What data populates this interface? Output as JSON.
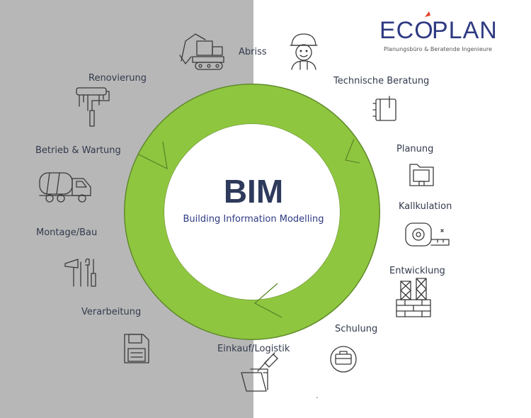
{
  "logo": {
    "brand_left": "ECO",
    "brand_right": "PLAN",
    "tagline": "Planungsbüro & Beratende Ingenieure"
  },
  "center": {
    "title": "BIM",
    "subtitle": "Building Information Modelling"
  },
  "stages": [
    {
      "label": "Abriss",
      "icon": "excavator-icon"
    },
    {
      "label": "Technische Beratung",
      "icon": "worker-icon"
    },
    {
      "label": "Planung",
      "icon": "folder-icon"
    },
    {
      "label": "Kallkulation",
      "icon": "tape-measure-icon"
    },
    {
      "label": "Entwicklung",
      "icon": "scaffold-wall-icon"
    },
    {
      "label": "Schulung",
      "icon": "briefcase-icon"
    },
    {
      "label": "Einkauf/Logistik",
      "icon": "pin-clipboard-icon"
    },
    {
      "label": "Verarbeitung",
      "icon": "floppy-icon"
    },
    {
      "label": "Montage/Bau",
      "icon": "tools-icon"
    },
    {
      "label": "Betrieb & Wartung",
      "icon": "concrete-truck-icon"
    },
    {
      "label": "Renovierung",
      "icon": "paint-roller-icon"
    }
  ],
  "colors": {
    "left_panel": "#b7b7b7",
    "ring": "#8fc63f",
    "ring_stroke": "#5f8a2c",
    "brand_navy": "#2e3a82",
    "brand_accent": "#e8442d",
    "label_text": "#333a4d"
  }
}
